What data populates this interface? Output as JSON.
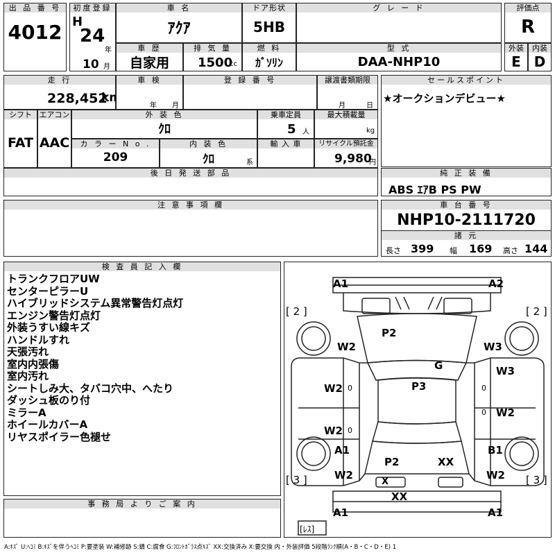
{
  "headers": {
    "lot_no": "出 品 番 号",
    "first_reg": "初度登録",
    "car_name": "車 名",
    "door": "ドア形状",
    "grade": "グ レ ー ド",
    "score": "評価点",
    "history": "車 歴",
    "displacement": "排 気 量",
    "fuel": "燃 料",
    "model": "型 式",
    "exterior": "外装",
    "interior": "内装",
    "mileage": "走 行",
    "inspection": "車 検",
    "plate": "登 録 番 号",
    "transfer": "譲渡書類期限",
    "sales_point": "セールスポイント",
    "shift": "シフト",
    "aircon": "エアコン",
    "ext_color": "外 装 色",
    "capacity": "乗車定員",
    "max_load": "最大積載量",
    "color_no": "カ ラ ー N o .",
    "int_color": "内 装 色",
    "import": "輸 入 車",
    "recycle": "リサイクル預託金",
    "later_parts": "後 日 発 送 部 品",
    "equipment": "純 正 装 備",
    "notes": "注 意 事 項 欄",
    "chassis": "車 台 番 号",
    "dimensions": "諸 元",
    "inspector": "検 査 員 記 入 欄",
    "office": "事 務 局 よ り ご 案 内"
  },
  "values": {
    "lot_no": "4012",
    "era": "H",
    "year": "24",
    "year_unit": "年",
    "month": "10",
    "month_unit": "月",
    "car_name": "ｱｸｱ",
    "door": "5HB",
    "grade": "",
    "score": "R",
    "history": "自家用",
    "displacement": "1500",
    "displacement_unit": "cc",
    "fuel": "ｶﾞｿﾘﾝ",
    "model": "DAA-NHP10",
    "exterior": "E",
    "interior": "D",
    "mileage": "228,452",
    "mileage_unit": "km",
    "insp_year_unit": "年",
    "insp_month_unit": "月",
    "transfer_month_unit": "月",
    "transfer_day_unit": "日",
    "sales_point": "★オークションデビュー★",
    "shift": "FAT",
    "aircon": "AAC",
    "ext_color": "ｸﾛ",
    "capacity": "5",
    "capacity_unit": "人",
    "max_load_unit": "kg",
    "color_no": "209",
    "int_color": "ｸﾛ",
    "int_color_unit": "系",
    "recycle": "9,980",
    "recycle_unit": "円",
    "equipment": "ABS ｴｱB PS PW",
    "chassis": "NHP10-2111720",
    "length_label": "長さ",
    "length": "399",
    "width_label": "幅",
    "width": "169",
    "height_label": "高さ",
    "height": "144"
  },
  "remarks": [
    "トランクフロアUW",
    "センターピラーU",
    "ハイブリッドシステム異常警告灯点灯",
    "エンジン警告灯点灯",
    "外装うすい線キズ",
    "ハンドルすれ",
    "天張汚れ",
    "室内内張傷",
    "室内汚れ",
    "シートしみ大、タバコ穴中、へたり",
    "ダッシュ板のり付",
    "ミラーA",
    "ホイールカバーA",
    "リヤスポイラー色褪せ"
  ],
  "diagram_marks": {
    "front_left": "A1",
    "front_right": "A2",
    "left_front_wheel_area": "[ 2 ]",
    "right_front_wheel_area": "[ 2 ]",
    "left_front_fender": "W2",
    "right_front_fender": "W3",
    "bonnet": "P2",
    "windshield": "G",
    "roof": "P3",
    "left_front_door": "W2",
    "right_front_door": "W3",
    "left_rear_door": "W2",
    "right_rear_door": "W2",
    "left_rear_quarter": "A1",
    "right_rear_quarter": "B1",
    "trunk": "P2",
    "rear_glass": "XX",
    "left_rear_fender": "W2",
    "right_rear_fender": "W2",
    "left_rear_wheel_area": "[ 3 ]",
    "right_rear_wheel_area": "[ 3 ]",
    "rear_lamp": "X",
    "rear_bumper": "XX",
    "rear_left": "A1",
    "rear_right": "A1",
    "left_front_pillar_small": "0",
    "left_rear_pillar_small": "0",
    "right_front_pillar_small": "0",
    "right_rear_pillar_small": "0",
    "spare": "[ﾚｽ]"
  },
  "legend": "A:ｷｽﾞ U:ﾍｺﾐ B:ｷｽﾞを伴うﾍｺﾐ P:要塗装 W:補修跡 S:錆 C:腐食 G:ﾌﾛﾝﾄｶﾞﾗｽ点ｷｽﾞ XX:交換済み X:要交換 内・外装評価 5段階ﾗﾝｸ順(A・B・C・D・E) 1"
}
